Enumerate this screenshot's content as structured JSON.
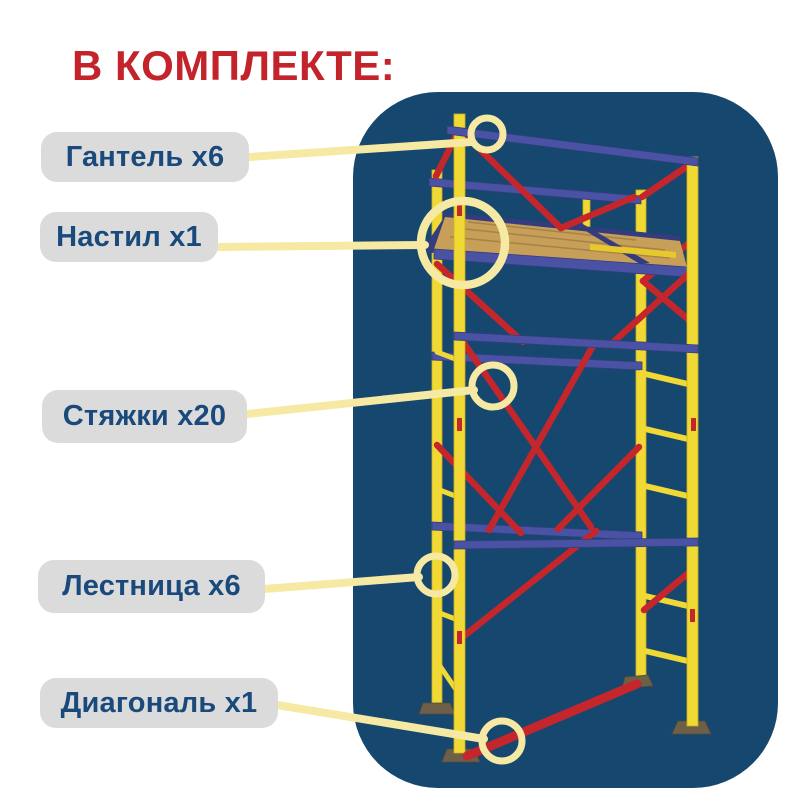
{
  "title": "В КОМПЛЕКТЕ:",
  "callouts": [
    {
      "label": "Гантель x6",
      "item": "Гантель",
      "qty": "x6"
    },
    {
      "label": "Настил x1",
      "item": "Настил",
      "qty": "x1"
    },
    {
      "label": "Стяжки x20",
      "item": "Стяжки",
      "qty": "x20"
    },
    {
      "label": "Лестница x6",
      "item": "Лестница",
      "qty": "x6"
    },
    {
      "label": "Диагональ x1",
      "item": "Диагональ",
      "qty": "x1"
    }
  ],
  "illustration": {
    "subject": "scaffolding-tower",
    "highlight_rings": [
      "гантель",
      "настил",
      "стяжки",
      "лестница",
      "диагональ"
    ]
  },
  "colors": {
    "title_red": "#C3242B",
    "panel_navy": "#16476E",
    "callout_yellow": "#F5E9A3",
    "label_bg": "#DBDBDB",
    "label_text": "#1A4A7C",
    "scaffold_yellow": "#F0D935",
    "scaffold_blue": "#4A52A4",
    "scaffold_blue_dark": "#353C7E",
    "scaffold_red": "#C5262C",
    "wood": "#C79F58",
    "foot": "#6E5F49"
  }
}
